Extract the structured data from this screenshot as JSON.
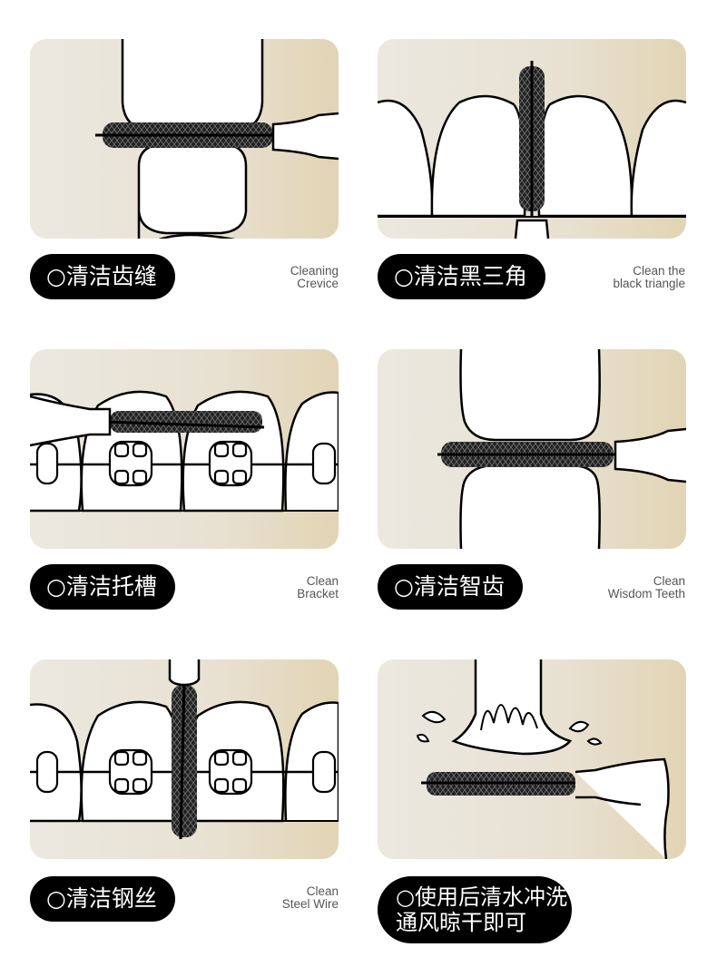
{
  "cards": [
    {
      "title": "○清洁齿缝",
      "en_line1": "Cleaning",
      "en_line2": "Crevice"
    },
    {
      "title": "○清洁黑三角",
      "en_line1": "Clean the",
      "en_line2": "black triangle"
    },
    {
      "title": "○清洁托槽",
      "en_line1": "Clean",
      "en_line2": "Bracket"
    },
    {
      "title": "○清洁智齿",
      "en_line1": "Clean",
      "en_line2": "Wisdom Teeth"
    },
    {
      "title": "○清洁钢丝",
      "en_line1": "Clean",
      "en_line2": "Steel Wire"
    },
    {
      "title_line1": "○使用后清水冲洗",
      "title_line2": "通风晾干即可"
    }
  ]
}
